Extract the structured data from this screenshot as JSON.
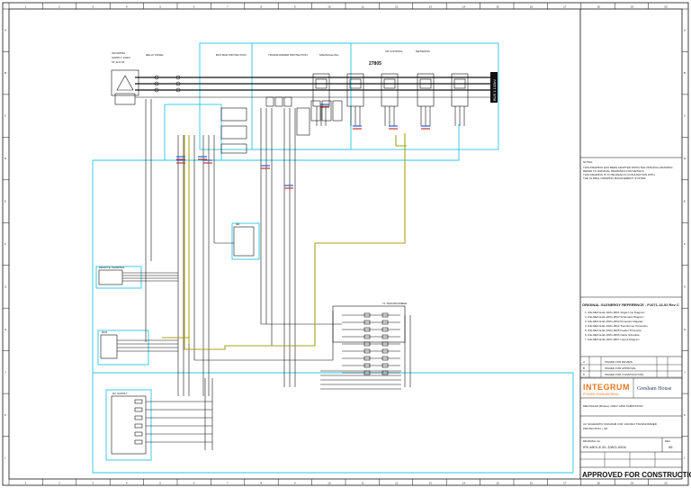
{
  "diagram": {
    "grid_columns": [
      "1",
      "2",
      "3",
      "4",
      "5",
      "6",
      "7",
      "8",
      "9",
      "10",
      "11",
      "12",
      "13",
      "14",
      "15",
      "16",
      "17",
      "18",
      "19",
      "20"
    ],
    "grid_rows": [
      "A",
      "B",
      "C",
      "D",
      "E",
      "F",
      "G",
      "H",
      "J",
      "K",
      "L"
    ],
    "bus_label": "BUS 1 132kV",
    "bay_number": "27805",
    "panels": {
      "p1": "RELAY PANEL",
      "p2": "BUS BAR PROTECTION",
      "p3": "TRANSFORMER PROTECTION",
      "p4": "MARSHALLING",
      "p5": "CB CONTROL",
      "p6": "METERING"
    },
    "box_labels": {
      "dfr": "DFR",
      "remote": "REMOTE TERMINAL",
      "dc": "DC SUPPLY",
      "mk": "MK",
      "t1": "T1 TRANSFORMER"
    }
  },
  "title_block": {
    "notes_heading": "NOTES",
    "notes": [
      "THIS DRAWING HAS BEEN ADAPTED FROM THE ORIGINAL DRAWING",
      "REFER TO ORIGINAL DRAWINGS FOR DETAILS",
      "THIS DRAWING IS TO BE READ IN CONJUNCTION WITH",
      "THE GLOBAL DRAWING MANAGEMENT SYSTEM"
    ],
    "reference_heading": "ORIGINAL GLENERGY REFERENCE - P1071-13-02 Rev C",
    "references": [
      "1.  IFE-MEX-E-EL-DRG-0001 Single Line Diagram",
      "2.  IFE-MEX-E-EL-DRG-0002 Schematic Diagram",
      "3.  IFE-MEX-E-EL-DRG-0003 Protection Diagram",
      "4.  IFE-MEX-E-EL-DRG-0004 Transformer Protection",
      "5.  IFE-MEX-E-EL-DRG-0005 Feeder Protection",
      "6.  IFE-MEX-E-EL-DRG-0006 Cable Schedule",
      "7.  IFE-MEX-E-EL-DRG-0007 Layout Diagram"
    ],
    "revisions": [
      {
        "rev": "A",
        "date": "",
        "desc": "ISSUED FOR REVIEW",
        "by": "",
        "chk": ""
      },
      {
        "rev": "B",
        "date": "",
        "desc": "ISSUED FOR APPROVAL",
        "by": "",
        "chk": ""
      },
      {
        "rev": "0",
        "date": "",
        "desc": "ISSUED FOR CONSTRUCTION",
        "by": "",
        "chk": ""
      }
    ],
    "logo_main": "INTEGRUM",
    "logo_sub": "POWER ENGINEERING",
    "client_logo": "Gresham House",
    "project": "MELKSHAM (Bowles) 132kV GRID SUBSTATION",
    "drawing_title_1": "AC SCHEMATIC DIAGRAM FOR 132/33kV TRANSFORMER",
    "drawing_title_2": "PROTECTION + SIT",
    "drawing_no_label": "DRAWING No.",
    "drawing_no": "IFE-MEX-E-EL-DWG-0004",
    "rev_label": "REV",
    "rev": "06",
    "footer": "APPROVED FOR CONSTRUCTION"
  }
}
